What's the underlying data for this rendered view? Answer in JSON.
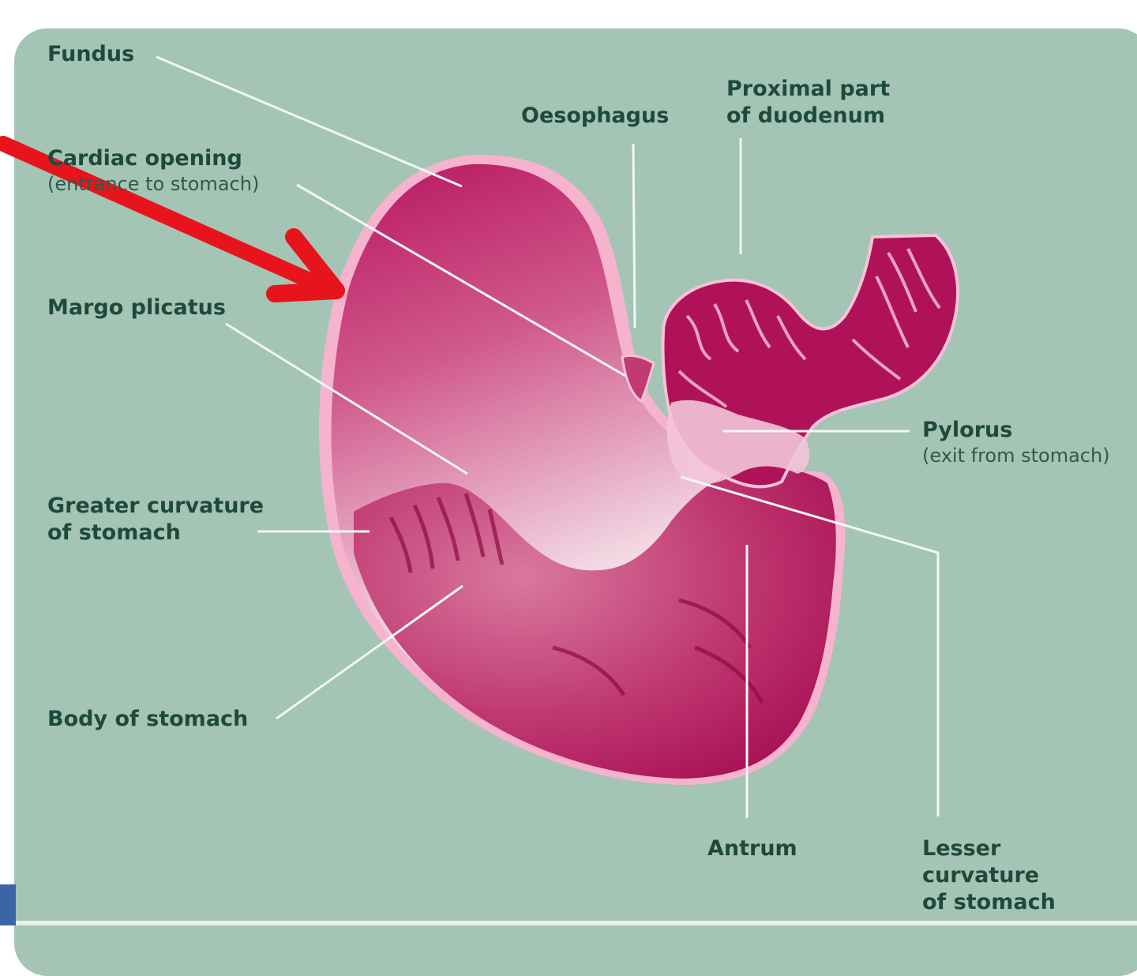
{
  "labels": {
    "fundus": "Fundus",
    "oesophagus": "Oesophagus",
    "duodenum": [
      "Proximal part",
      "of duodenum"
    ],
    "cardiac": {
      "main": "Cardiac opening",
      "sub": "(entrance to stomach)"
    },
    "margo": "Margo plicatus",
    "pylorus": {
      "main": "Pylorus",
      "sub": "(exit from stomach)"
    },
    "greater": [
      "Greater curvature",
      "of stomach"
    ],
    "body": "Body of stomach",
    "antrum": "Antrum",
    "lesser": [
      "Lesser",
      "curvature",
      "of stomach"
    ]
  },
  "colors": {
    "background": "#a4c4b5",
    "label_text": "#1e4a3c",
    "leader_lines": "#f2f7f4",
    "stomach_dark": "#b0125a",
    "stomach_light": "#f5dde7",
    "arrow": "#e8141b"
  }
}
